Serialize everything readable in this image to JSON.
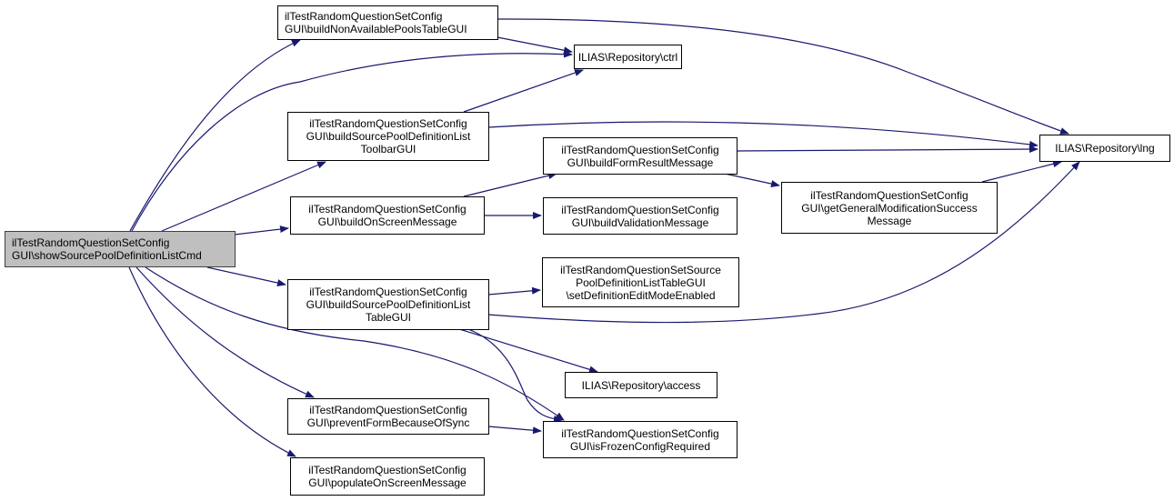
{
  "diagram": {
    "type": "doxygen-call-graph",
    "colors": {
      "edge": "#191970",
      "root_fill": "#bfbfbf",
      "node_fill": "#ffffff",
      "border": "#000000"
    },
    "nodes": {
      "root": {
        "label": "ilTestRandomQuestionSetConfig\nGUI\\showSourcePoolDefinitionListCmd"
      },
      "nonavail": {
        "label": "ilTestRandomQuestionSetConfig\nGUI\\buildNonAvailablePoolsTableGUI"
      },
      "ctrl": {
        "label": "ILIAS\\Repository\\ctrl"
      },
      "toolbar": {
        "label": "ilTestRandomQuestionSetConfig\nGUI\\buildSourcePoolDefinitionList\nToolbarGUI"
      },
      "lng": {
        "label": "ILIAS\\Repository\\lng"
      },
      "formresult": {
        "label": "ilTestRandomQuestionSetConfig\nGUI\\buildFormResultMessage"
      },
      "onscreen": {
        "label": "ilTestRandomQuestionSetConfig\nGUI\\buildOnScreenMessage"
      },
      "validation": {
        "label": "ilTestRandomQuestionSetConfig\nGUI\\buildValidationMessage"
      },
      "genmod": {
        "label": "ilTestRandomQuestionSetConfig\nGUI\\getGeneralModificationSuccess\nMessage"
      },
      "tablegui": {
        "label": "ilTestRandomQuestionSetConfig\nGUI\\buildSourcePoolDefinitionList\nTableGUI"
      },
      "editmode": {
        "label": "ilTestRandomQuestionSetSource\nPoolDefinitionListTableGUI\n\\setDefinitionEditModeEnabled"
      },
      "access": {
        "label": "ILIAS\\Repository\\access"
      },
      "prevent": {
        "label": "ilTestRandomQuestionSetConfig\nGUI\\preventFormBecauseOfSync"
      },
      "frozen": {
        "label": "ilTestRandomQuestionSetConfig\nGUI\\isFrozenConfigRequired"
      },
      "populate": {
        "label": "ilTestRandomQuestionSetConfig\nGUI\\populateOnScreenMessage"
      }
    },
    "edges": [
      {
        "from": "root",
        "to": "nonavail"
      },
      {
        "from": "root",
        "to": "ctrl"
      },
      {
        "from": "root",
        "to": "toolbar"
      },
      {
        "from": "root",
        "to": "onscreen"
      },
      {
        "from": "root",
        "to": "tablegui"
      },
      {
        "from": "root",
        "to": "frozen"
      },
      {
        "from": "root",
        "to": "prevent"
      },
      {
        "from": "root",
        "to": "populate"
      },
      {
        "from": "nonavail",
        "to": "ctrl"
      },
      {
        "from": "nonavail",
        "to": "lng"
      },
      {
        "from": "toolbar",
        "to": "ctrl"
      },
      {
        "from": "toolbar",
        "to": "lng"
      },
      {
        "from": "onscreen",
        "to": "formresult"
      },
      {
        "from": "onscreen",
        "to": "validation"
      },
      {
        "from": "formresult",
        "to": "lng"
      },
      {
        "from": "formresult",
        "to": "genmod"
      },
      {
        "from": "genmod",
        "to": "lng"
      },
      {
        "from": "tablegui",
        "to": "editmode"
      },
      {
        "from": "tablegui",
        "to": "lng"
      },
      {
        "from": "tablegui",
        "to": "access"
      },
      {
        "from": "tablegui",
        "to": "frozen"
      },
      {
        "from": "prevent",
        "to": "frozen"
      }
    ]
  }
}
